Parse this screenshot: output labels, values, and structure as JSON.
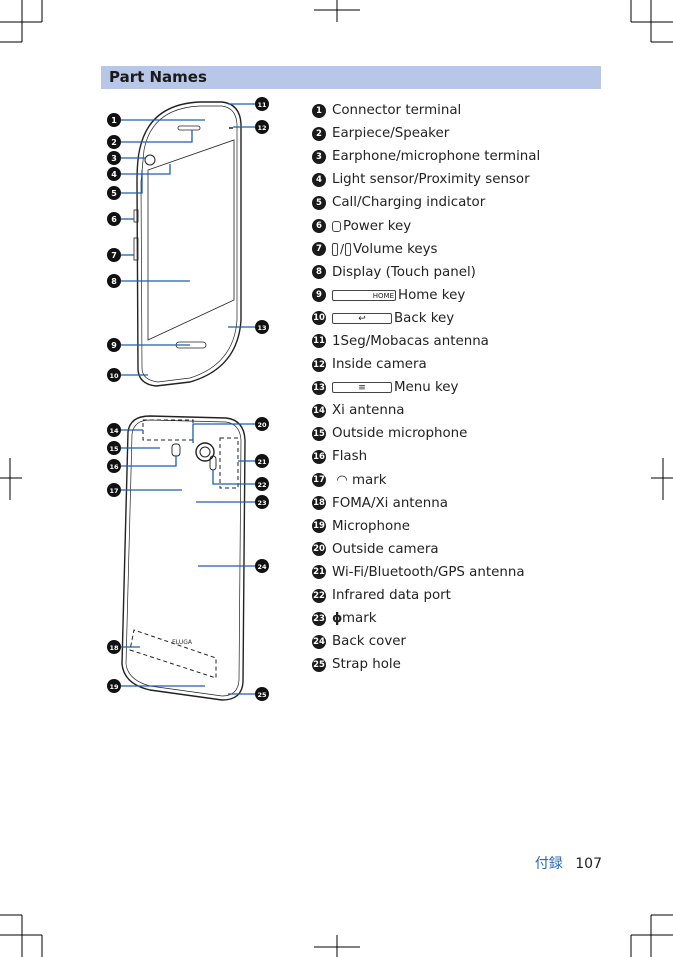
{
  "section_title": "Part Names",
  "parts": [
    {
      "num": "1",
      "label": "Connector terminal",
      "icon": ""
    },
    {
      "num": "2",
      "label": "Earpiece/Speaker",
      "icon": ""
    },
    {
      "num": "3",
      "label": "Earphone/microphone terminal",
      "icon": ""
    },
    {
      "num": "4",
      "label": "Light sensor/Proximity sensor",
      "icon": ""
    },
    {
      "num": "5",
      "label": "Call/Charging indicator",
      "icon": ""
    },
    {
      "num": "6",
      "label": "Power key",
      "icon": "power-key-icon"
    },
    {
      "num": "7",
      "label": "Volume keys",
      "icon": "volume-keys-icon"
    },
    {
      "num": "8",
      "label": "Display (Touch panel)",
      "icon": ""
    },
    {
      "num": "9",
      "label": "Home key",
      "icon": "home-key-icon"
    },
    {
      "num": "10",
      "label": "Back key",
      "icon": "back-key-icon"
    },
    {
      "num": "11",
      "label": "1Seg/Mobacas antenna",
      "icon": ""
    },
    {
      "num": "12",
      "label": "Inside camera",
      "icon": ""
    },
    {
      "num": "13",
      "label": "Menu key",
      "icon": "menu-key-icon"
    },
    {
      "num": "14",
      "label": "Xi antenna",
      "icon": ""
    },
    {
      "num": "15",
      "label": "Outside microphone",
      "icon": ""
    },
    {
      "num": "16",
      "label": "Flash",
      "icon": ""
    },
    {
      "num": "17",
      "label": "mark",
      "icon": "nfc-mark-icon"
    },
    {
      "num": "18",
      "label": "FOMA/Xi antenna",
      "icon": ""
    },
    {
      "num": "19",
      "label": "Microphone",
      "icon": ""
    },
    {
      "num": "20",
      "label": "Outside camera",
      "icon": ""
    },
    {
      "num": "21",
      "label": "Wi-Fi/Bluetooth/GPS antenna",
      "icon": ""
    },
    {
      "num": "22",
      "label": "Infrared data port",
      "icon": ""
    },
    {
      "num": "23",
      "label": "mark",
      "icon": "felica-mark-icon"
    },
    {
      "num": "24",
      "label": "Back cover",
      "icon": ""
    },
    {
      "num": "25",
      "label": "Strap hole",
      "icon": ""
    }
  ],
  "home_key_text": "HOME",
  "phone_brand": "ELUGA",
  "footer": {
    "section": "付録",
    "page": "107"
  }
}
